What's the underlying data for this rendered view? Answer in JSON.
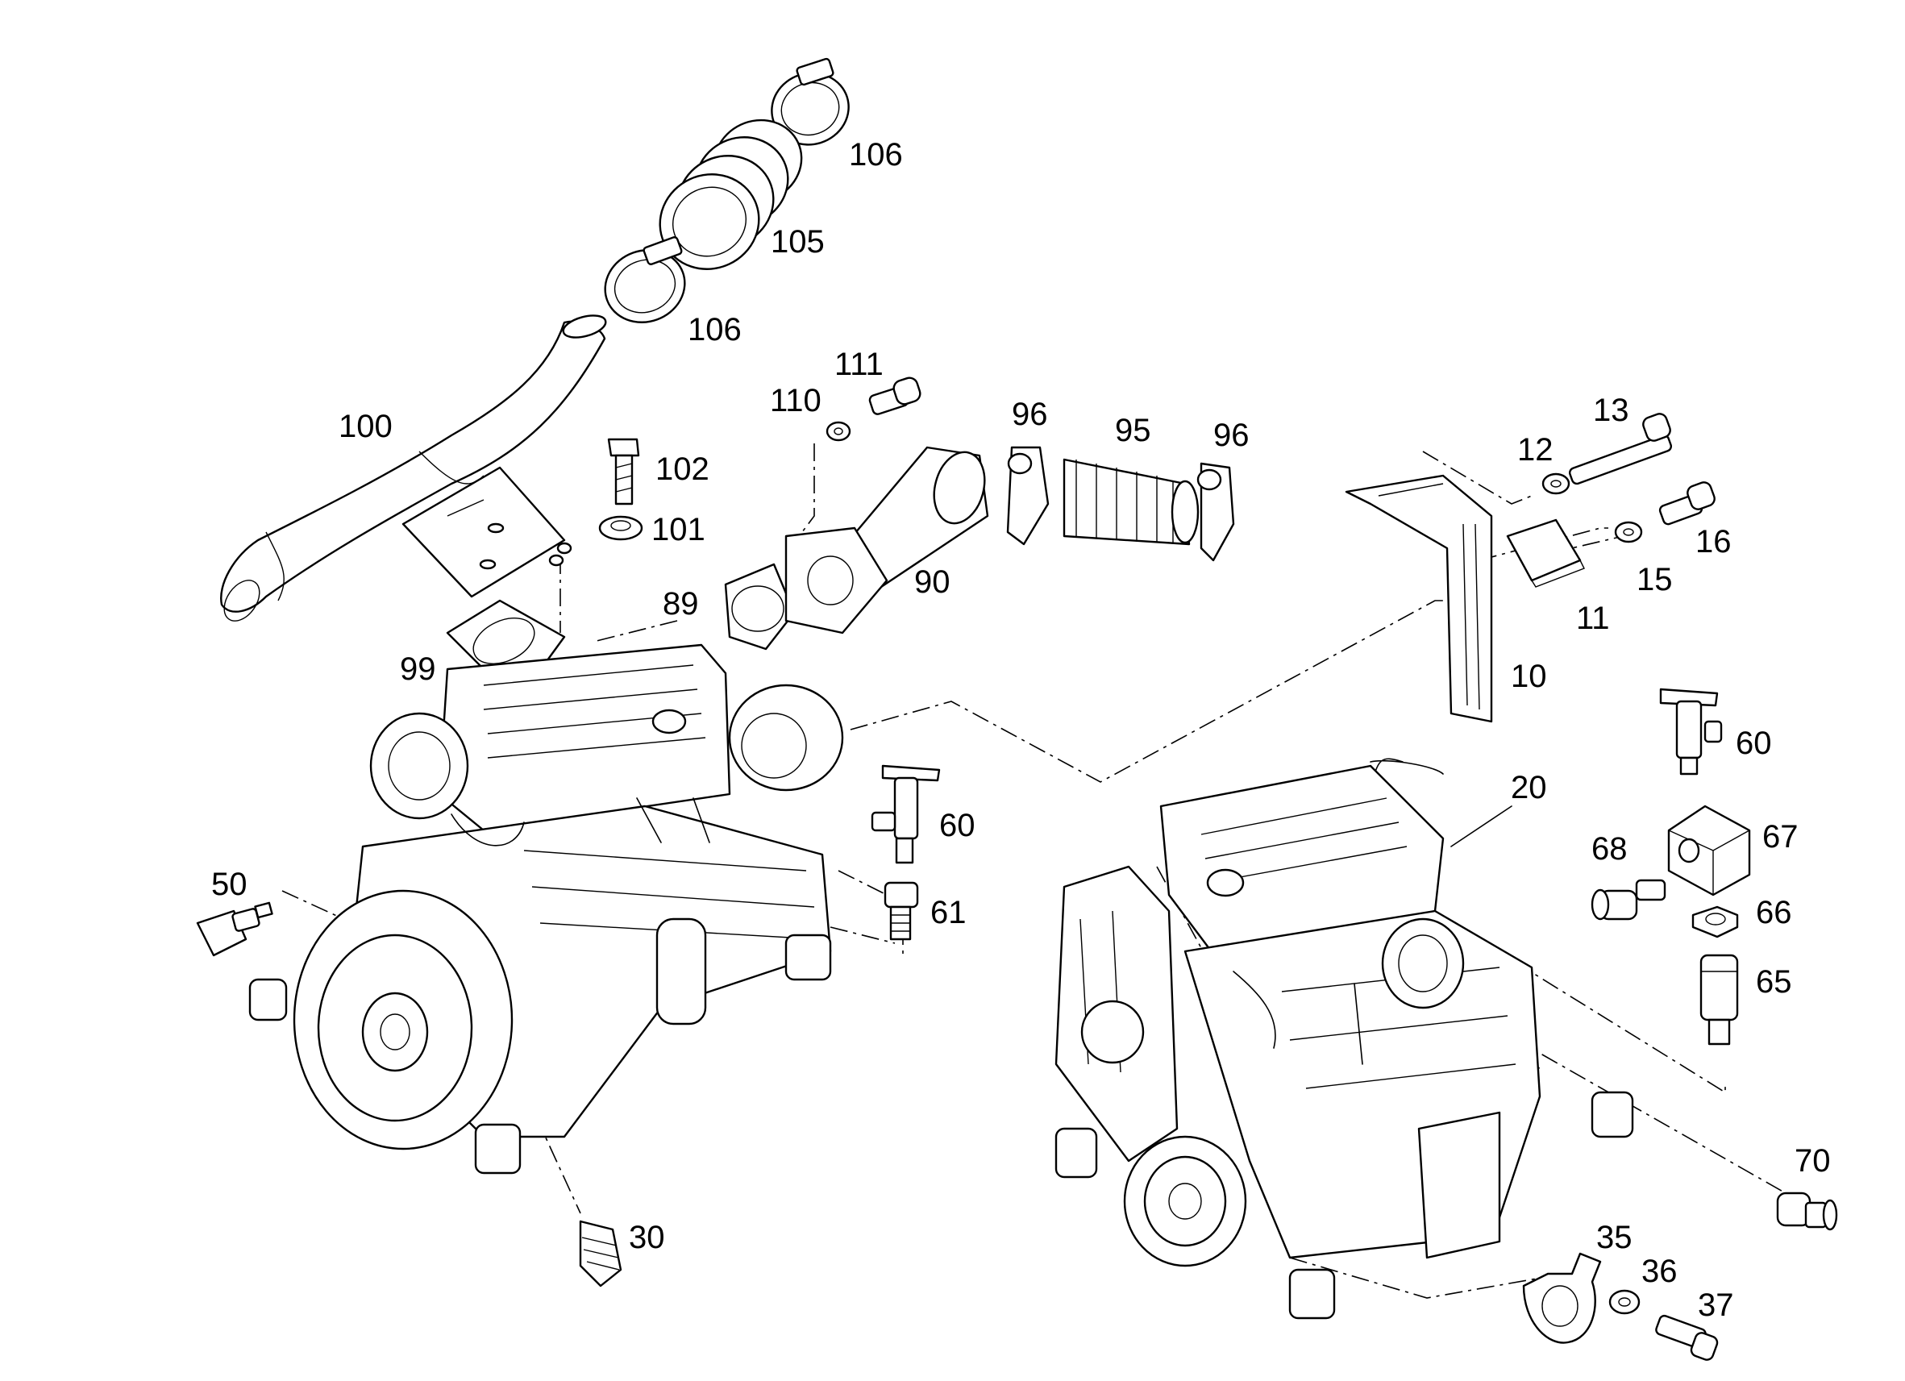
{
  "callouts": {
    "c106a": "106",
    "c105": "105",
    "c106b": "106",
    "c100": "100",
    "c102": "102",
    "c101": "101",
    "c99": "99",
    "c89": "89",
    "c111": "111",
    "c110": "110",
    "c90": "90",
    "c96a": "96",
    "c95": "95",
    "c96b": "96",
    "c13": "13",
    "c12": "12",
    "c16": "16",
    "c15": "15",
    "c11": "11",
    "c10": "10",
    "c60a": "60",
    "c60b": "60",
    "c61": "61",
    "c20": "20",
    "c67": "67",
    "c68": "68",
    "c66": "66",
    "c65": "65",
    "c50": "50",
    "c30": "30",
    "c70": "70",
    "c35": "35",
    "c36": "36",
    "c37": "37"
  }
}
